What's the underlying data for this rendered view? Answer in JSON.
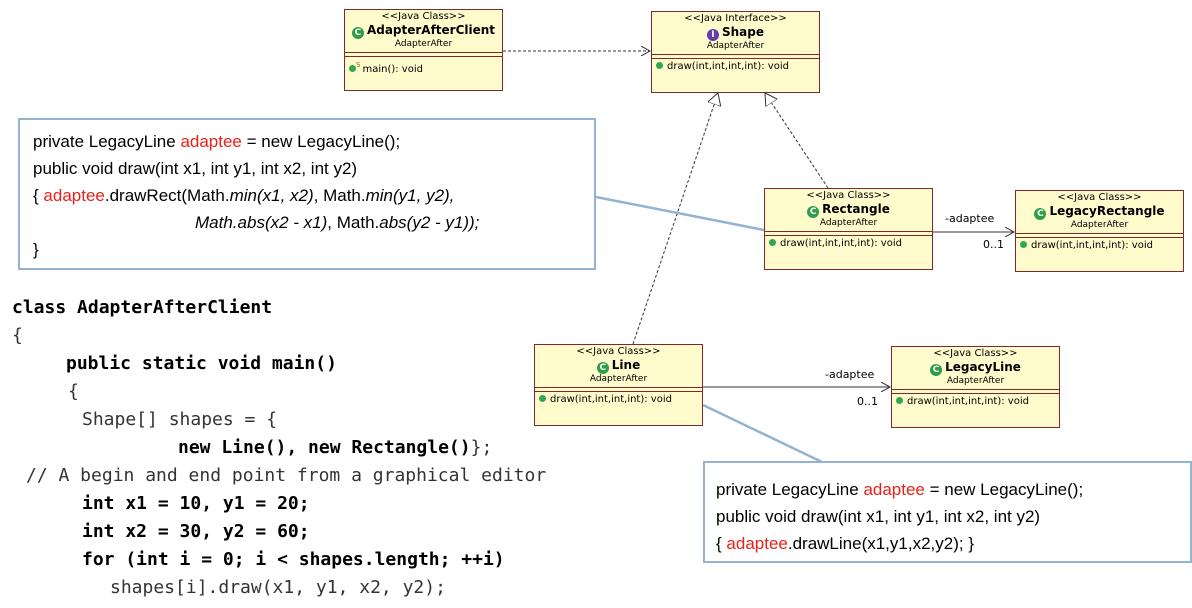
{
  "classes": {
    "client": {
      "stereotype": "<<Java Class>>",
      "name": "AdapterAfterClient",
      "package": "AdapterAfter",
      "icon": "class-icon",
      "op_marker": "S",
      "op": "main(): void"
    },
    "shape": {
      "stereotype": "<<Java Interface>>",
      "name": "Shape",
      "package": "AdapterAfter",
      "icon": "interface-icon",
      "op": "draw(int,int,int,int): void"
    },
    "rectangle": {
      "stereotype": "<<Java Class>>",
      "name": "Rectangle",
      "package": "AdapterAfter",
      "icon": "class-icon",
      "op": "draw(int,int,int,int): void"
    },
    "legacy_rectangle": {
      "stereotype": "<<Java Class>>",
      "name": "LegacyRectangle",
      "package": "AdapterAfter",
      "icon": "class-icon",
      "op": "draw(int,int,int,int): void"
    },
    "line": {
      "stereotype": "<<Java Class>>",
      "name": "Line",
      "package": "AdapterAfter",
      "icon": "class-icon",
      "op": "draw(int,int,int,int): void"
    },
    "legacy_line": {
      "stereotype": "<<Java Class>>",
      "name": "LegacyLine",
      "package": "AdapterAfter",
      "icon": "class-icon",
      "op": "draw(int,int,int,int): void"
    }
  },
  "associations": {
    "rect_to_legacy": {
      "role": "-adaptee",
      "multiplicity": "0..1"
    },
    "line_to_legacy": {
      "role": "-adaptee",
      "multiplicity": "0..1"
    }
  },
  "notes": {
    "rectangle_note": {
      "l1_pre": "private LegacyLine ",
      "l1_red": "adaptee",
      "l1_post": " = new LegacyLine();",
      "l2": "public void draw(int x1, int y1, int x2, int y2)",
      "l3_a": "{ ",
      "l3_red": "adaptee",
      "l3_b": ".drawRect(Math.",
      "l3_c": "min(x1, x2)",
      "l3_d": ", Math.",
      "l3_e": "min(y1, y2),",
      "l4_a": "Math.",
      "l4_b": "abs(x2 - x1)",
      "l4_c": ", Math.",
      "l4_d": "abs(y2 - y1));",
      "l5": "}"
    },
    "line_note": {
      "l1_pre": "private LegacyLine ",
      "l1_red": "adaptee",
      "l1_post": " = new LegacyLine();",
      "l2": "public void draw(int x1, int y1, int x2, int y2)",
      "l3_a": "{ ",
      "l3_red": "adaptee",
      "l3_b": ".drawLine(x1,y1,x2,y2); }"
    }
  },
  "code": {
    "l1": "class AdapterAfterClient",
    "l2": "{",
    "l3": "public static void main()",
    "l4": "{",
    "l5": "Shape[] shapes = {",
    "l6_bold": "new Line(), new Rectangle()",
    "l6_rest": "};",
    "l7": "// A begin and end point from a graphical editor",
    "l8": "int x1 = 10, y1 = 20;",
    "l9": "int x2 = 30, y2 = 60;",
    "l10": "for (int i = 0; i < shapes.length; ++i)",
    "l11": "shapes[i].draw(x1, y1, x2, y2);"
  },
  "colors": {
    "box_fill": "#fffbcc",
    "box_border": "#7a2a2a",
    "note_border": "#93b3d1",
    "highlight": "#e8221a",
    "class_icon": "#2e9e4a",
    "interface_icon": "#6a3ca7"
  }
}
